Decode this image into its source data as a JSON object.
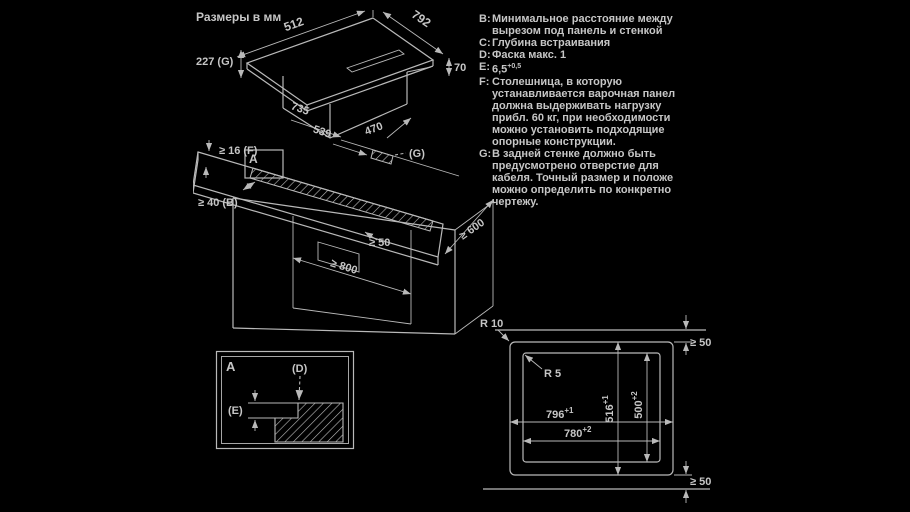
{
  "title": "Размеры в мм",
  "colors": {
    "background": "#000000",
    "line": "#b9b9b9",
    "text": "#c6c6c6"
  },
  "legend": {
    "items": [
      {
        "key": "B:",
        "lines": [
          "Минимальное расстояние между",
          "вырезом под панель и стенкой"
        ]
      },
      {
        "key": "C:",
        "lines": [
          "Глубина встраивания"
        ]
      },
      {
        "key": "D:",
        "lines": [
          "Фаска макс. 1"
        ]
      },
      {
        "key": "E:",
        "lines": [
          "6,5"
        ],
        "sup": "+0,5"
      },
      {
        "key": "F:",
        "lines": [
          "Столешница, в которую",
          "устанавливается варочная панел",
          "должна выдерживать нагрузку",
          "прибл. 60 кг, при необходимости",
          "можно установить подходящие",
          "опорные конструкции."
        ]
      },
      {
        "key": "G:",
        "lines": [
          "В задней стенке должно быть",
          "предусмотрено отверстие для",
          "кабеля. Точный размер и положе",
          "можно определить по конкретно",
          "чертежу."
        ]
      }
    ]
  },
  "iso": {
    "depth": "512",
    "width": "792",
    "height": "70",
    "cable": "227 (G)",
    "box_width": "735",
    "box_front": "539",
    "box_depth": "470"
  },
  "cabinet": {
    "thickness": "≥ 16 (F)",
    "wall": "≥ 40 (B)",
    "detail": "A",
    "cable": "(G)",
    "front": "≥ 50",
    "depth": "≥ 600",
    "width": "≥ 800"
  },
  "detail": {
    "label": "A",
    "chamfer": "(D)",
    "step": "(E)"
  },
  "cutout": {
    "r_outer": "R 10",
    "r_inner": "R 5",
    "recess_w": "796",
    "recess_w_tol": "+1",
    "recess_d": "516",
    "recess_d_tol": "+1",
    "cut_w": "780",
    "cut_w_tol": "+2",
    "cut_d": "500",
    "cut_d_tol": "+2",
    "back": "≥ 50",
    "front": "≥ 50"
  }
}
